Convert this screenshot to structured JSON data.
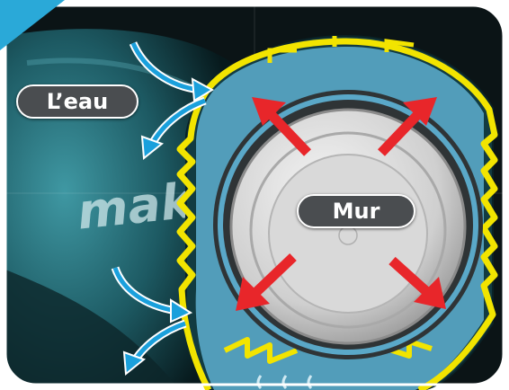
{
  "labels": {
    "water": "L’eau",
    "wall": "Mur"
  },
  "brand": {
    "logo_text": "makita"
  },
  "colors": {
    "housing_teal": "#1f8a99",
    "seal_yellow": "#f2e400",
    "seal_blue": "#5aa8c8",
    "force_arrow_red": "#e8262a",
    "water_arrow_blue": "#1aa0dc",
    "corner_accent": "#2aa9d8",
    "label_fill": "#4a4d50"
  },
  "icons": [
    "water-flow-arrow",
    "outward-force-arrow",
    "corner-accent"
  ]
}
